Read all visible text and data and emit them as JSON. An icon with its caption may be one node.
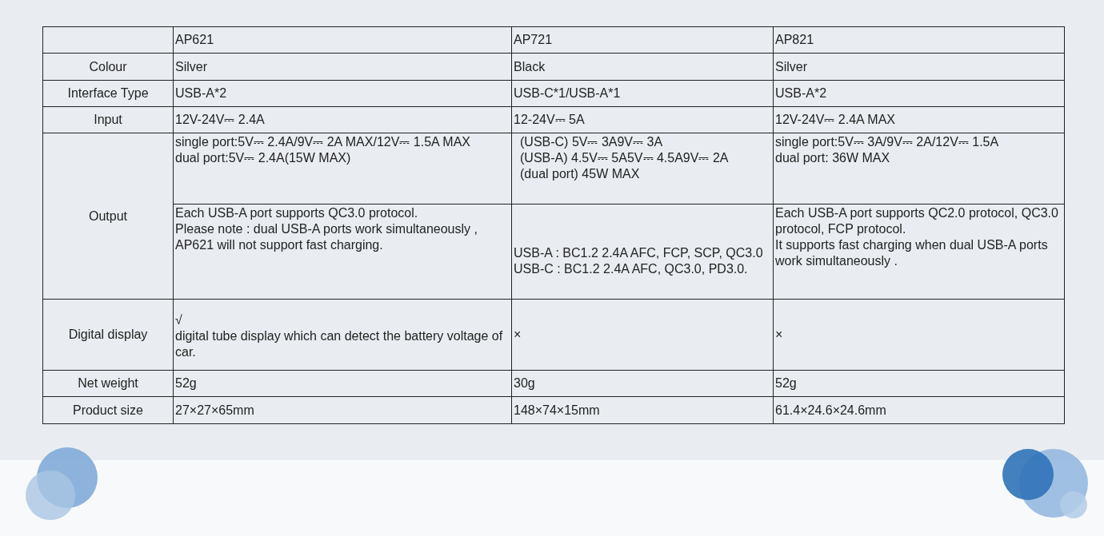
{
  "diagram": {
    "labels": [
      "AP621",
      "AP721",
      "AP821",
      "Colour",
      "Silver",
      "Black",
      "Silver",
      "Interface Type",
      "USB-A*2",
      "USB-C*1/USB-A*1",
      "USB-A*2",
      "Input",
      "12V-24V⎓ 2.4A",
      "12-24V⎓ 5A",
      "12V-24V⎓ 2.4A MAX",
      "Output",
      "single port:5V⎓ 2.4A/9V⎓ 2A MAX/12V⎓ 1.5A MAX",
      "dual port:5V⎓ 2.4A(15W MAX)",
      "(USB-C)  5V⎓ 3A9V⎓ 3A",
      "(USB-A)  4.5V⎓ 5A5V⎓ 4.5A9V⎓ 2A",
      "(dual port)  45W MAX",
      "single port:5V⎓ 3A/9V⎓ 2A/12V⎓ 1.5A",
      "dual port: 36W MAX",
      "Each USB-A port supports QC3.0  protocol.",
      "Please note :  dual USB-A ports work simultaneously , AP621 will not support fast charging.",
      "USB-A : BC1.2 2.4A AFC, FCP, SCP, QC3.0",
      "USB-C : BC1.2 2.4A AFC, QC3.0, PD3.0.",
      "Each USB-A port supports QC2.0 protocol, QC3.0 protocol, FCP protocol.",
      "It supports fast charging when dual USB-A ports work simultaneously .",
      "Digital display",
      "√",
      "digital tube display which can detect the battery voltage of car.",
      "×",
      "×",
      "Net weight",
      "52g",
      "30g",
      "52g",
      "Product size",
      "27×27×65mm",
      "148×74×15mm",
      "61.4×24.6×24.6mm"
    ]
  }
}
